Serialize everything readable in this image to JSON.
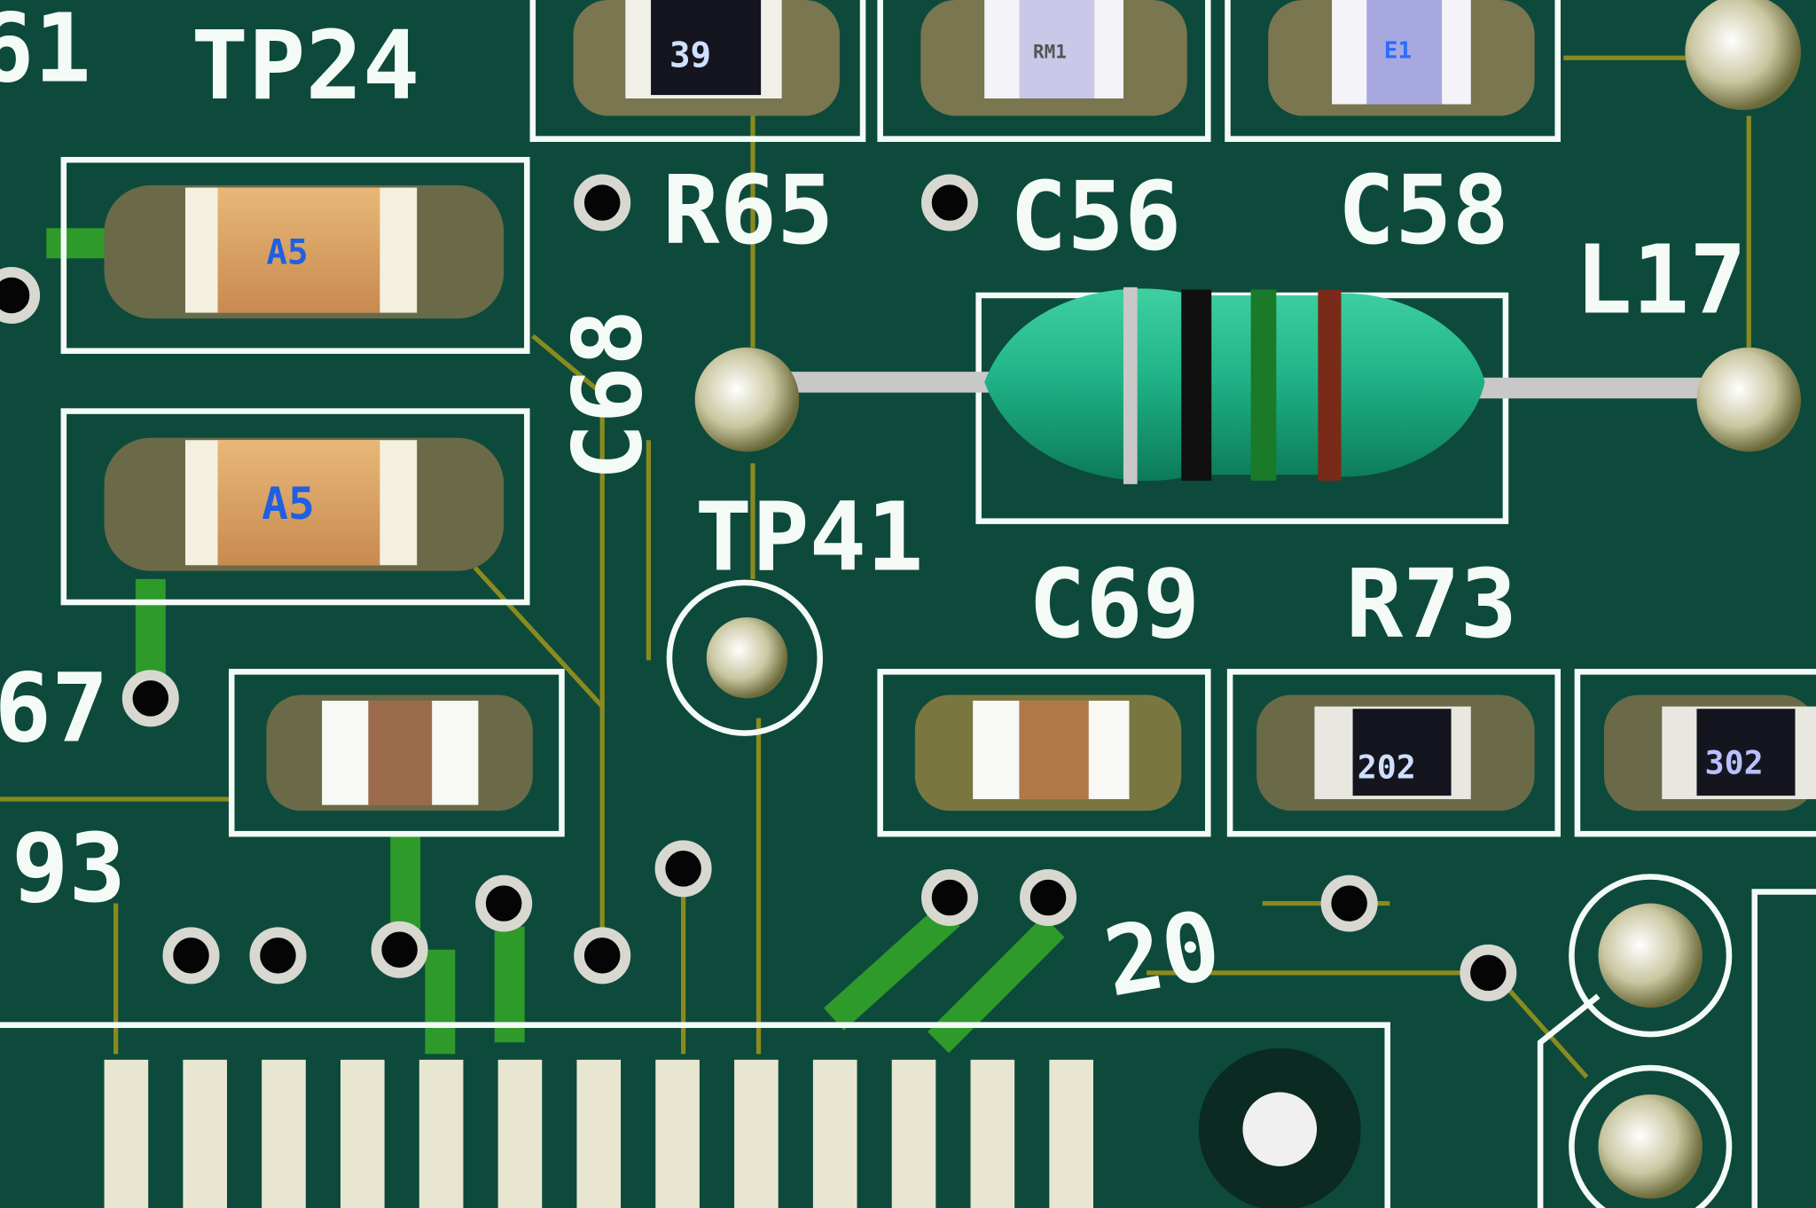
{
  "scene": {
    "description_colors": {
      "board": "#0d4a3c",
      "silkscreen": "#f4fbf6",
      "tantalum": "#d9a66a",
      "inductor": "#1fb58a",
      "pad": "#c8c8c0"
    },
    "silkscreen_labels": {
      "tp24": "TP24",
      "r65": "R65",
      "c56": "C56",
      "c58": "C58",
      "l17": "L17",
      "c68": "C68",
      "tp41": "TP41",
      "c69": "C69",
      "r73": "R73",
      "partial_20": "20",
      "partial_93": "93",
      "partial_67": "67",
      "partial_61": "61"
    },
    "component_markings": {
      "resistor_top": "39",
      "cap_c56": "RM1",
      "cap_c58": "E1",
      "tantalum_1": "A5",
      "tantalum_2": "A5",
      "resistor_r73": "202",
      "resistor_right": "302"
    }
  }
}
